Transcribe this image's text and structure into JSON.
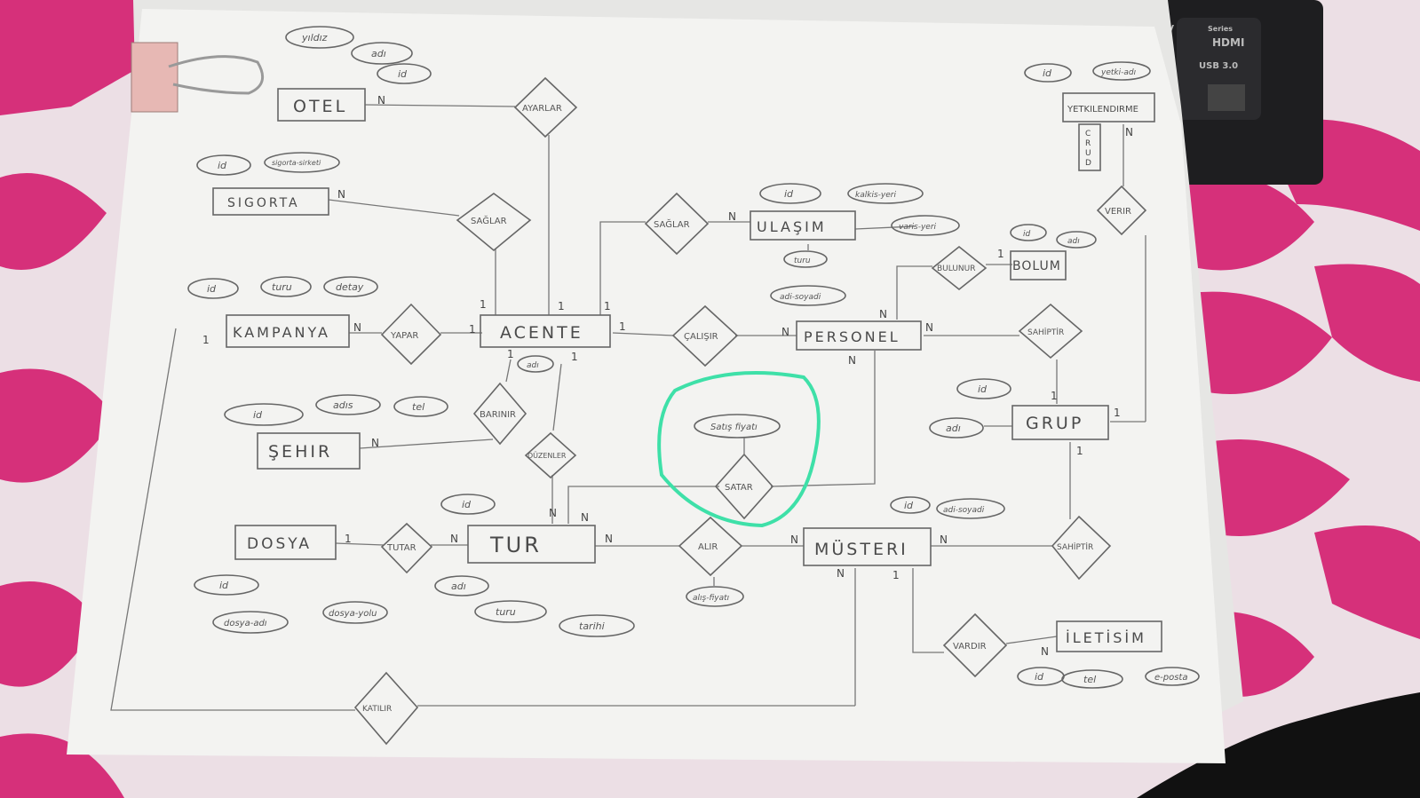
{
  "entities": {
    "otel": "OTEL",
    "sigorta": "SIGORTA",
    "kampanya": "KAMPANYA",
    "acente": "ACENTE",
    "ulasim": "ULAŞIM",
    "personel": "PERSONEL",
    "bolum": "BOLUM",
    "yetkilendirme": "YETKILENDIRME",
    "grup": "GRUP",
    "sehir": "ŞEHIR",
    "dosya": "DOSYA",
    "tur": "TUR",
    "musteri": "MÜSTERI",
    "iletisim": "İLETİSİM"
  },
  "crud": [
    "C",
    "R",
    "U",
    "D"
  ],
  "relationships": {
    "ayarlar": "AYARLAR",
    "saglar1": "SAĞLAR",
    "saglar2": "SAĞLAR",
    "yapar": "YAPAR",
    "barinir": "BARINIR",
    "duzenler": "DÜZENLER",
    "calisir": "ÇALIŞIR",
    "bulunur": "BULUNUR",
    "sahiptir1": "SAHİPTİR",
    "sahiptir2": "SAHİPTİR",
    "verir": "VERIR",
    "satar": "SATAR",
    "alir": "ALIR",
    "tutar": "TUTAR",
    "vardir": "VARDIR",
    "katilir": "KATILIR"
  },
  "attributes": {
    "otel_yildiz": "yıldız",
    "otel_adi": "adı",
    "otel_id": "id",
    "sigorta_id": "id",
    "sigorta_no": "sigorta-sirketi",
    "kamp_id": "id",
    "kamp_turu": "turu",
    "kamp_detay": "detay",
    "acente_adi": "adı",
    "ulasim_id": "id",
    "ulasim_kalkis": "kalkis-yeri",
    "ulasim_varis": "varis-yeri",
    "ulasim_turu": "turu",
    "pers_adi": "adi-soyadi",
    "bolum_id": "id",
    "bolum_adi": "adı",
    "yetki_id": "id",
    "yetki_adi": "yetki-adı",
    "grup_id": "id",
    "grup_adi": "adı",
    "sehir_id": "id",
    "sehir_adi": "adıs",
    "sehir_tel": "tel",
    "satis_fiyati": "Satış fiyatı",
    "tur_id": "id",
    "tur_adi": "adı",
    "tur_turu": "turu",
    "tur_tarihi": "tarihi",
    "alis_fiyati": "alış-fiyatı",
    "dosya_id": "id",
    "dosya_adi": "dosya-adı",
    "dosya_yolu": "dosya-yolu",
    "mus_id": "id",
    "mus_adi": "adi-soyadi",
    "il_id": "id",
    "il_tel": "tel",
    "il_eposta": "e-posta"
  },
  "cardinalities": {
    "otel_n": "N",
    "sig_n": "N",
    "kamp_1": "1",
    "kamp_n": "N",
    "yapar_1": "1",
    "ac_1a": "1",
    "ac_1b": "1",
    "ac_1c": "1",
    "ac_1d": "1",
    "ac_1e": "1",
    "ac_1f": "1",
    "ul_n": "N",
    "cal_n": "N",
    "pers_n1": "N",
    "pers_n2": "N",
    "pers_n3": "N",
    "bol_1": "1",
    "yet_n": "N",
    "grup_1a": "1",
    "grup_1b": "1",
    "grup_1c": "1",
    "sehir_n": "N",
    "tur_n1": "N",
    "tur_n2": "N",
    "tur_n3": "N",
    "tur_n4": "N",
    "dosya_1": "1",
    "mus_n1": "N",
    "mus_n2": "N",
    "mus_n3": "N",
    "mus_1": "1",
    "il_n": "N"
  },
  "laptop": {
    "hdmi": "HDMI",
    "usb": "USB 3.0",
    "top_text": "DV",
    "series": "Series"
  },
  "colors": {
    "highlight": "#3ee0a8",
    "bedsheet": "#d6307a",
    "paper": "#f3f3f1"
  }
}
